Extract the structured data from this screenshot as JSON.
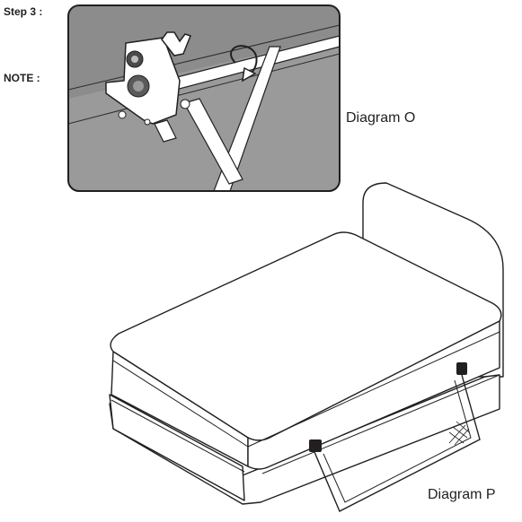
{
  "labels": {
    "step": "Step 3 :",
    "note": "NOTE :"
  },
  "captions": {
    "diagram_o": "Diagram O",
    "diagram_p": "Diagram P"
  },
  "colors": {
    "ink": "#231f20",
    "inset_background": "#8c8c8c",
    "inset_frame": "#231f20"
  }
}
